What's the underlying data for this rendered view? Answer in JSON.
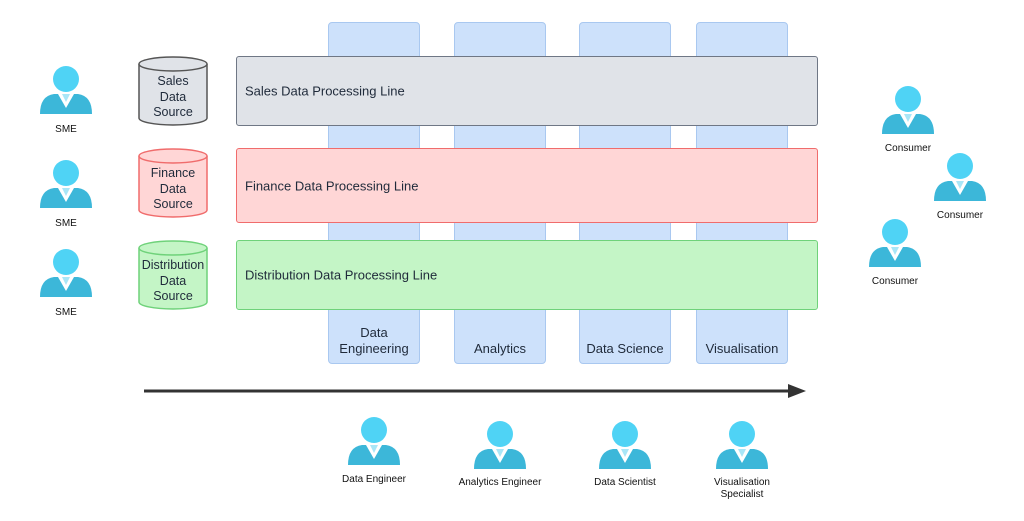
{
  "roles": [
    {
      "label": "Data\nEngineering"
    },
    {
      "label": "Analytics"
    },
    {
      "label": "Data Science"
    },
    {
      "label": "Visualisation"
    }
  ],
  "lines": [
    {
      "label": "Sales Data Processing Line",
      "color": "#e0e3e8"
    },
    {
      "label": "Finance Data Processing Line",
      "color": "#ffd6d6"
    },
    {
      "label": "Distribution Data Processing Line",
      "color": "#c4f5c6"
    }
  ],
  "sources": [
    {
      "label": "Sales\nData\nSource"
    },
    {
      "label": "Finance\nData\nSource"
    },
    {
      "label": "Distribution\nData\nSource"
    }
  ],
  "smes": [
    {
      "label": "SME"
    },
    {
      "label": "SME"
    },
    {
      "label": "SME"
    }
  ],
  "consumers": [
    {
      "label": "Consumer"
    },
    {
      "label": "Consumer"
    },
    {
      "label": "Consumer"
    }
  ],
  "specialists": [
    {
      "label": "Data Engineer"
    },
    {
      "label": "Analytics Engineer"
    },
    {
      "label": "Data Scientist"
    },
    {
      "label": "Visualisation\nSpecialist"
    }
  ],
  "colors": {
    "person_head": "#4fd3f5",
    "person_body": "#3cb7d9",
    "arrow": "#333333"
  }
}
